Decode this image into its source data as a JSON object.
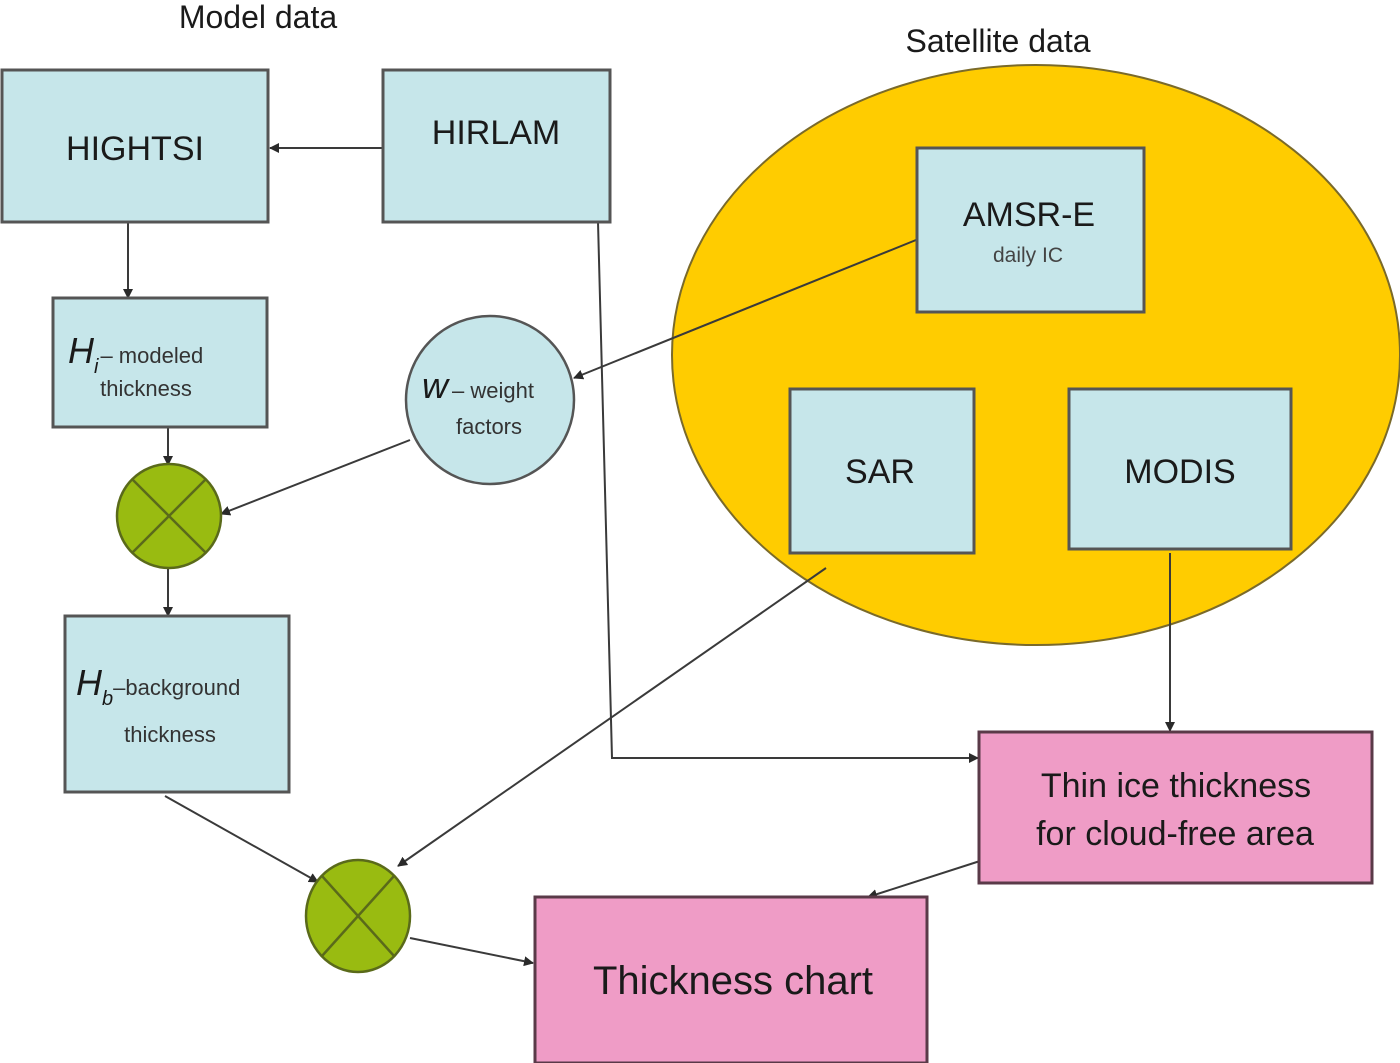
{
  "headings": {
    "model": "Model data",
    "satellite": "Satellite data"
  },
  "nodes": {
    "hightsi": {
      "label": "HIGHTSI"
    },
    "hirlam": {
      "label": "HIRLAM"
    },
    "hi": {
      "symbol": "H",
      "subscript": "i",
      "text_line1": "– modeled",
      "text_line2": "thickness"
    },
    "w": {
      "symbol": "w",
      "text_line1": "– weight",
      "text_line2": "factors"
    },
    "hb": {
      "symbol": "H",
      "subscript": "b",
      "text_line1": "–background",
      "text_line2": "thickness"
    },
    "amsr": {
      "label": "AMSR-E",
      "sublabel": "daily IC"
    },
    "sar": {
      "label": "SAR"
    },
    "modis": {
      "label": "MODIS"
    },
    "thin_ice": {
      "line1": "Thin ice thickness",
      "line2": "for cloud-free area"
    },
    "thickness_chart": {
      "label": "Thickness chart"
    }
  },
  "operators": {
    "multiply_1": "⊗",
    "multiply_2": "⊗"
  },
  "edges": [
    {
      "from": "HIRLAM",
      "to": "HIGHTSI"
    },
    {
      "from": "HIGHTSI",
      "to": "Hi"
    },
    {
      "from": "Hi",
      "to": "multiply_1"
    },
    {
      "from": "w",
      "to": "multiply_1"
    },
    {
      "from": "AMSR-E",
      "to": "w"
    },
    {
      "from": "multiply_1",
      "to": "Hb"
    },
    {
      "from": "Hb",
      "to": "multiply_2"
    },
    {
      "from": "SAR",
      "to": "multiply_2"
    },
    {
      "from": "HIRLAM",
      "to": "Thin ice thickness"
    },
    {
      "from": "MODIS",
      "to": "Thin ice thickness"
    },
    {
      "from": "Thin ice thickness",
      "to": "Thickness chart"
    },
    {
      "from": "multiply_2",
      "to": "Thickness chart"
    }
  ],
  "colors": {
    "model_box": "#c6e6ea",
    "satellite_region": "#ffcc00",
    "operator": "#99bb11",
    "output_box": "#ef9cc6"
  }
}
